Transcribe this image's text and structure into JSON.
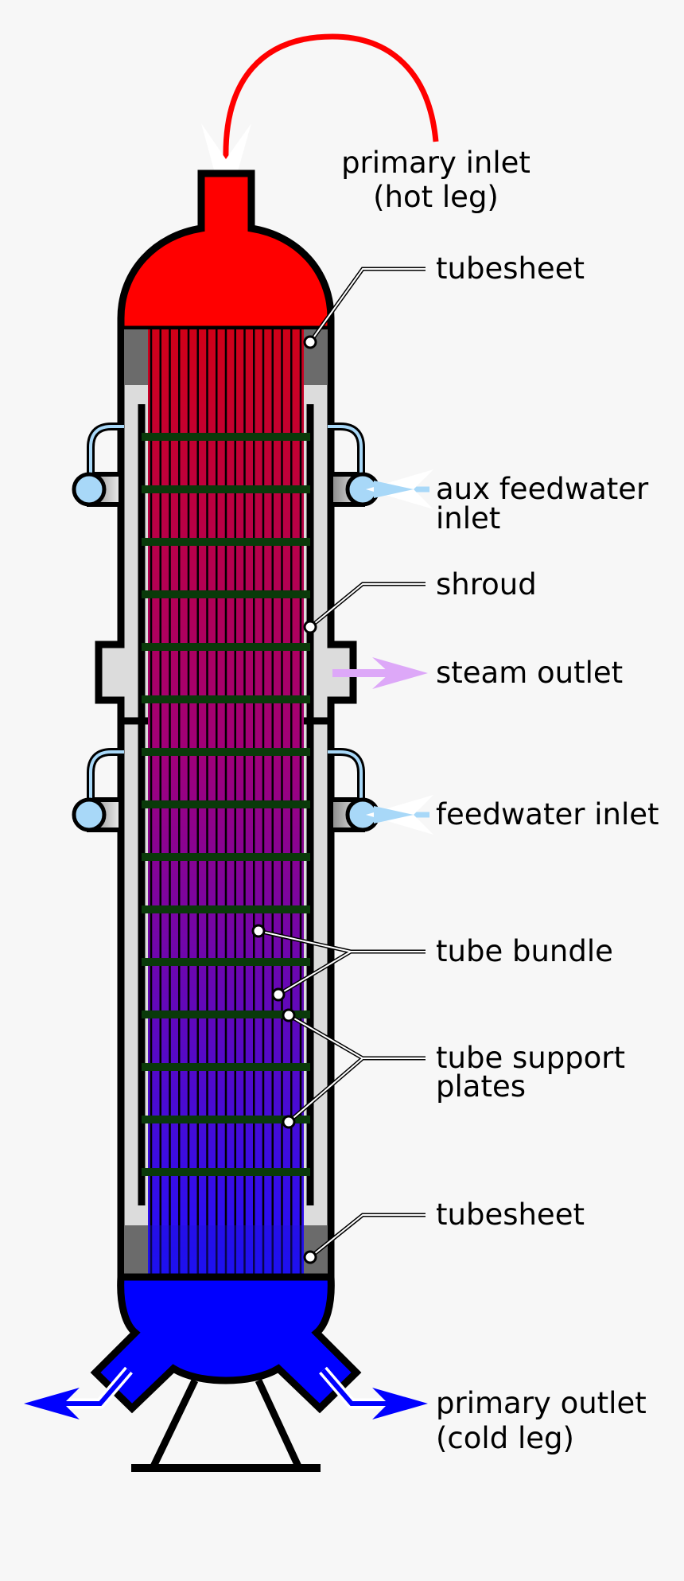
{
  "labels": {
    "primary_inlet_line1": "primary inlet",
    "primary_inlet_line2": "(hot leg)",
    "tubesheet_top": "tubesheet",
    "aux_feedwater_line1": "aux feedwater",
    "aux_feedwater_line2": "inlet",
    "shroud": "shroud",
    "steam_outlet": "steam outlet",
    "feedwater_inlet": "feedwater inlet",
    "tube_bundle": "tube bundle",
    "tube_support_line1": "tube support",
    "tube_support_line2": "plates",
    "tubesheet_bottom": "tubesheet",
    "primary_outlet_line1": "primary outlet",
    "primary_outlet_line2": "(cold leg)"
  },
  "colors": {
    "hot": "#ff0000",
    "cold": "#0000ff",
    "feedwater": "#a8d8f8",
    "steam": "#dda8f8",
    "support_plates": "#0a3a0a",
    "tubesheet": "#6b6b6b",
    "shell_interior": "#dcdcdc"
  },
  "support_plate_count": 15,
  "tube_count": 17
}
